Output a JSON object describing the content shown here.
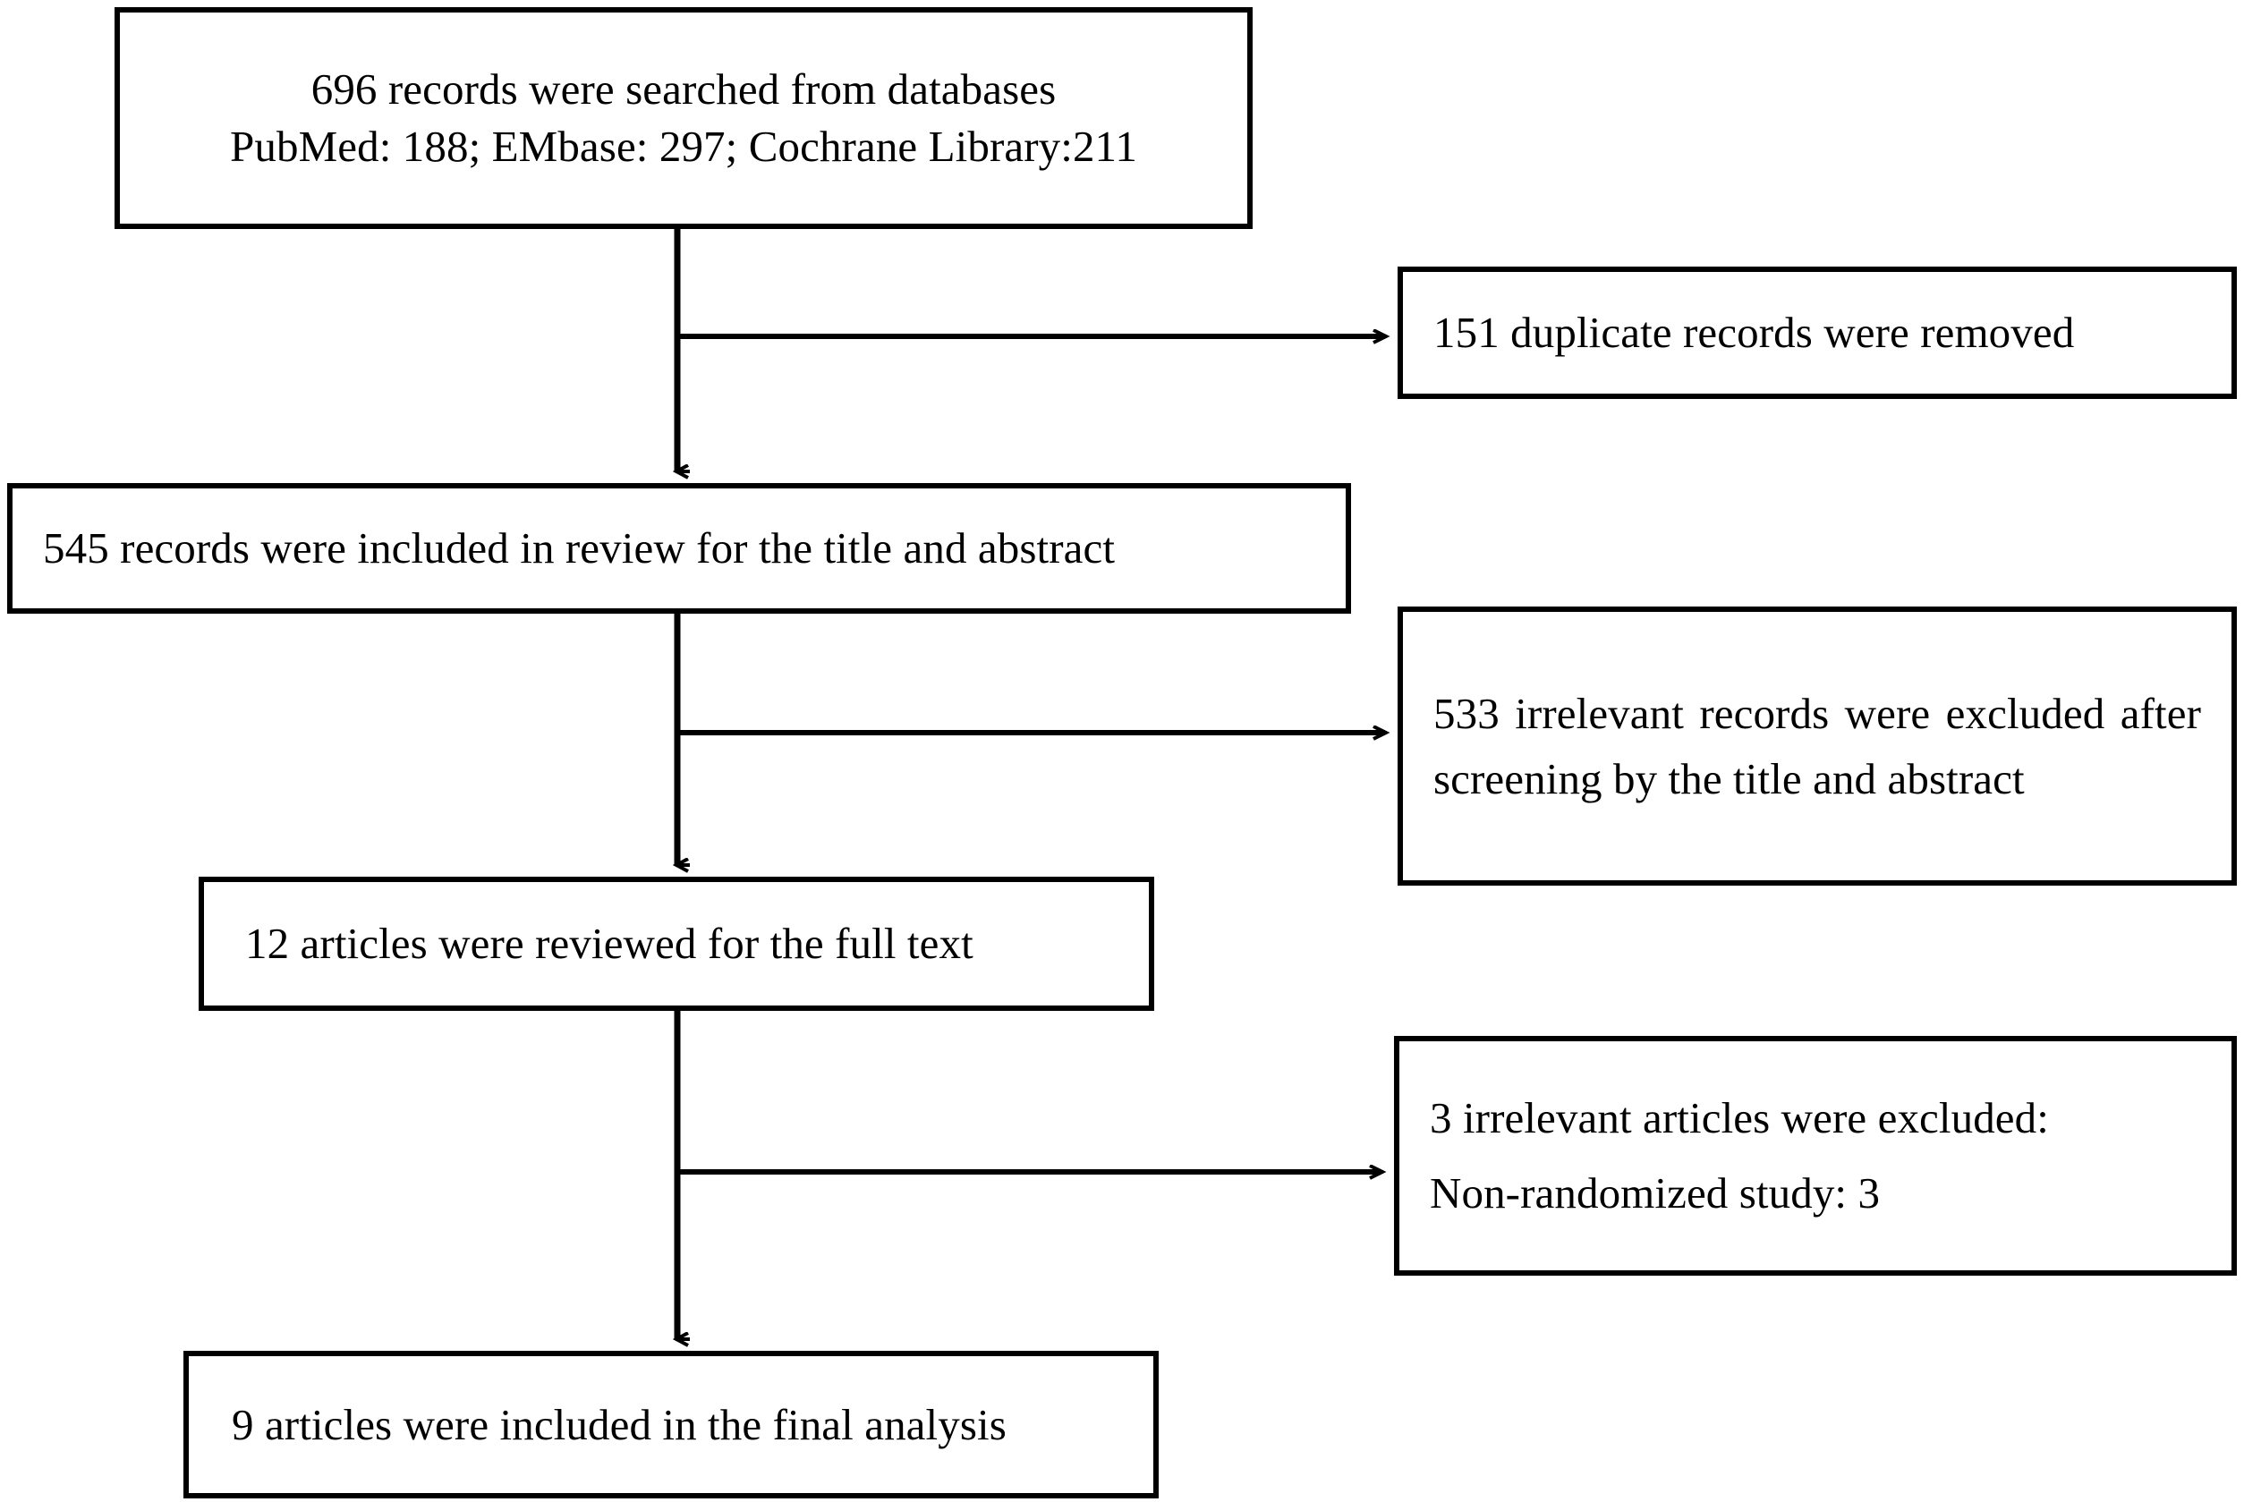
{
  "diagram": {
    "type": "prisma-flow-diagram",
    "orientation": "top-to-bottom",
    "background_color": "#ffffff",
    "line_color": "#000000",
    "text_color": "#000000"
  },
  "boxes": {
    "records_searched": {
      "line1": "696 records were searched from databases",
      "line2": "PubMed: 188; EMbase: 297; Cochrane Library:211",
      "align": "center"
    },
    "duplicates_removed": {
      "line1": "151 duplicate records were removed",
      "align": "left"
    },
    "title_abstract_review": {
      "line1": "545 records were included in review for the title and abstract",
      "align": "left"
    },
    "irrelevant_records_excluded": {
      "line1": "533 irrelevant records were excluded after screening by the title and abstract",
      "align": "justify"
    },
    "full_text_review": {
      "line1": "12 articles were reviewed for the full text",
      "align": "left"
    },
    "irrelevant_articles_excluded": {
      "line1": "3 irrelevant articles were excluded:",
      "line2": "Non-randomized study: 3",
      "align": "left"
    },
    "final_analysis": {
      "line1": "9 articles were included in the final analysis",
      "align": "left"
    }
  },
  "counts": {
    "records_searched_total": 696,
    "pubmed": 188,
    "embase": 297,
    "cochrane_library": 211,
    "duplicates_removed": 151,
    "screened_title_abstract": 545,
    "excluded_title_abstract": 533,
    "full_text_reviewed": 12,
    "excluded_full_text": 3,
    "excluded_non_randomized": 3,
    "included_final_analysis": 9
  },
  "connectors": [
    {
      "name": "searched-to-screened",
      "kind": "vertical-arrow"
    },
    {
      "name": "searched-to-duplicates",
      "kind": "horizontal-arrow"
    },
    {
      "name": "screened-to-fulltext",
      "kind": "vertical-arrow"
    },
    {
      "name": "screened-to-excluded-records",
      "kind": "horizontal-arrow"
    },
    {
      "name": "fulltext-to-final",
      "kind": "vertical-arrow"
    },
    {
      "name": "fulltext-to-excluded-articles",
      "kind": "horizontal-arrow"
    }
  ]
}
